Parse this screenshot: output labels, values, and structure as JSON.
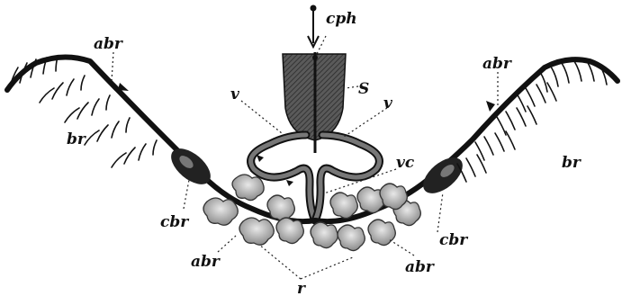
{
  "figure": {
    "labels": {
      "cph": "cph",
      "S": "S",
      "v_left": "v",
      "v_right": "v",
      "vc": "vc",
      "abr_top_left": "abr",
      "br_left": "br",
      "cbr_left": "cbr",
      "abr_bottom_left": "abr",
      "r": "r",
      "abr_bottom_right": "abr",
      "cbr_right": "cbr",
      "br_right": "br",
      "abr_top_right": "abr"
    },
    "colors": {
      "ink": "#111111",
      "sac": "#3a3a3a",
      "lung": "#9a9a9a",
      "paper": "#ffffff"
    }
  }
}
